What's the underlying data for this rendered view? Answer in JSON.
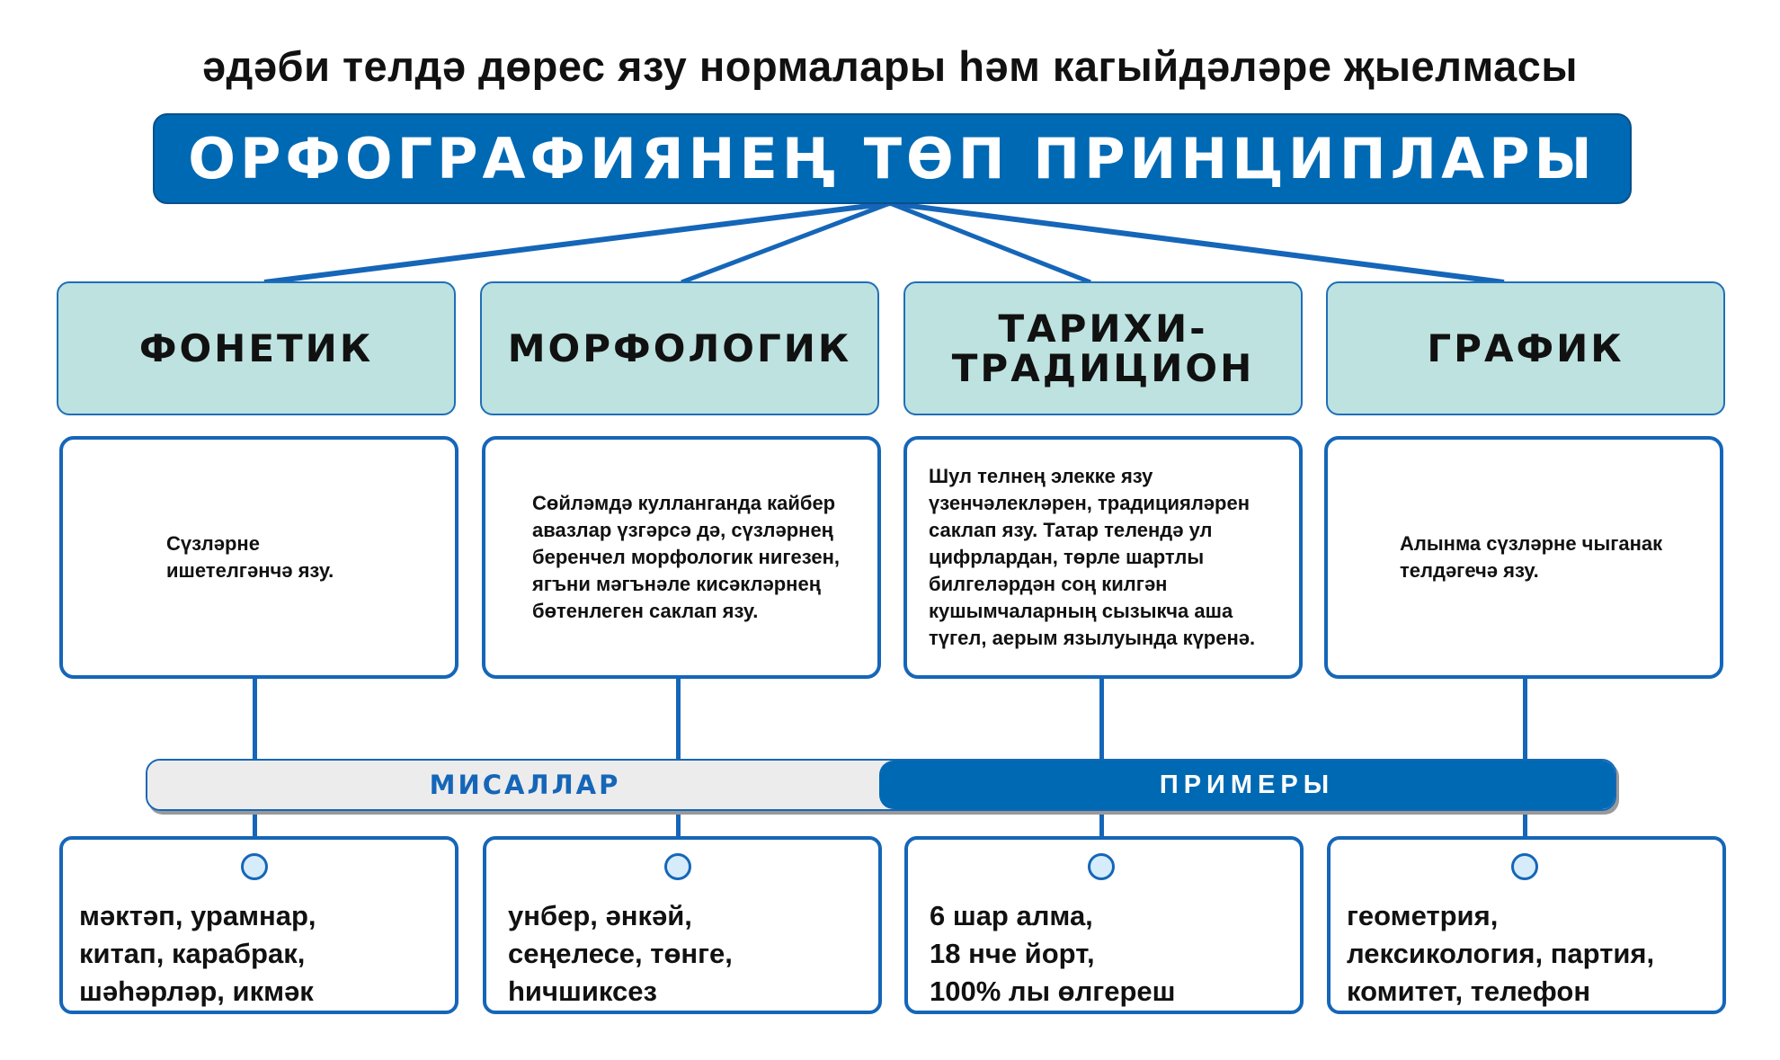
{
  "subtitle": "әдәби телдә дөрес язу нормалары һәм кагыйдәләре җыелмасы",
  "title": "ОРФОГРАФИЯНЕҢ ТӨП ПРИНЦИПЛАРЫ",
  "colors": {
    "primary": "#0069b4",
    "category_bg": "#bde2e0",
    "bar_left": "#ececec"
  },
  "principles": [
    {
      "name": "ФОНЕТИК",
      "description": "Сүзләрне ишетелгәнчә язу.",
      "examples": [
        "мәктәп, урамнар,",
        "китап, карабрак,",
        "шәһәрләр, икмәк"
      ]
    },
    {
      "name": "МОРФОЛОГИК",
      "description": "Сөйләмдә кулланганда кайбер авазлар  үзгәрсә дә, сүзләрнең беренчел морфологик нигезен, ягъни мәгънәле кисәкләрнең бөтенлеген саклап язу.",
      "examples": [
        "унбер, әнкәй,",
        "сеңелесе, төнге,",
        "һичшиксез"
      ]
    },
    {
      "name": "ТАРИХИ-ТРАДИЦИОН",
      "description": "Шул телнең элекке язу үзенчәлекләрен, традицияләрен саклап язу. Татар телендә ул цифрлардан, төрле шартлы билгеләрдән соң килгән кушымчаларның сызыкча аша түгел, аерым язылуында күренә.",
      "examples": [
        "6 шар алма,",
        "18 нче йорт,",
        "100% лы өлгереш"
      ]
    },
    {
      "name": "ГРАФИК",
      "description": "Алынма сүзләрне чыганак телдәгечә язу.",
      "examples": [
        "геометрия,",
        "лексикология, партия,",
        "комитет, телефон"
      ]
    }
  ],
  "examples_bar": {
    "tatar": "МИСАЛЛАР",
    "russian": "ПРИМЕРЫ"
  }
}
